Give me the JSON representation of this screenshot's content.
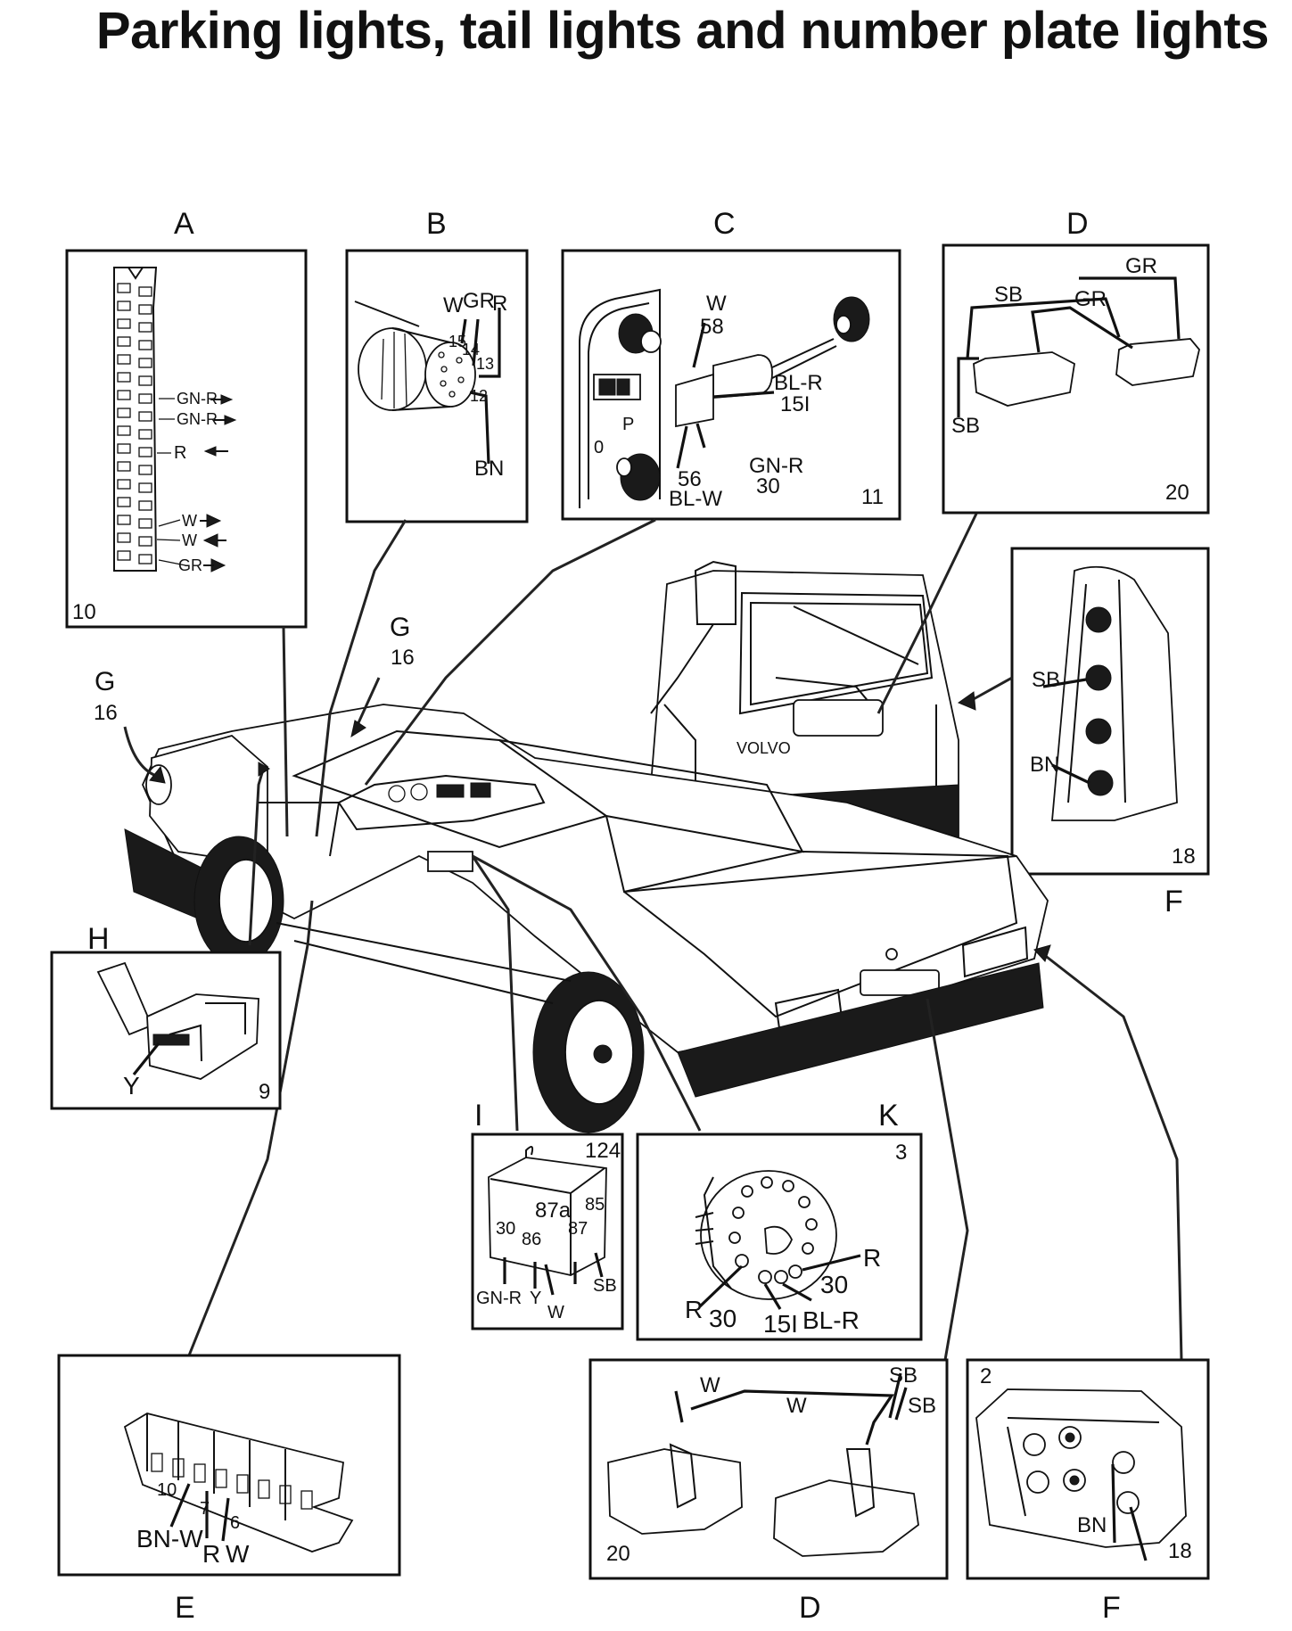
{
  "page": {
    "title": "Parking lights, tail lights and number plate lights"
  },
  "sections": {
    "A": {
      "letter": "A",
      "number": "10",
      "wires": [
        "GN-R",
        "GN-R",
        "R",
        "W",
        "W",
        "GR"
      ]
    },
    "B": {
      "letter": "B",
      "wires": [
        "W",
        "GR",
        "R",
        "BN"
      ],
      "pins": [
        "15",
        "14",
        "13",
        "12"
      ]
    },
    "C": {
      "letter": "C",
      "number": "11",
      "labels": [
        "W",
        "58",
        "BL-R",
        "15I",
        "GN-R",
        "30",
        "56",
        "BL-W",
        "0"
      ]
    },
    "D_top": {
      "letter": "D",
      "number": "20",
      "wires": [
        "GR",
        "SB",
        "GR",
        "SB"
      ]
    },
    "F_top": {
      "letter": "F",
      "number": "18",
      "wires": [
        "SB",
        "BN"
      ]
    },
    "G_left": {
      "letter": "G",
      "number": "16"
    },
    "G_mid": {
      "letter": "G",
      "number": "16"
    },
    "H": {
      "letter": "H",
      "number": "9",
      "wires": [
        "Y"
      ]
    },
    "I": {
      "letter": "I",
      "number": "124",
      "terminals": [
        "85",
        "87a",
        "87",
        "86",
        "30"
      ],
      "wires": [
        "GN-R",
        "Y",
        "W",
        "SB"
      ]
    },
    "K": {
      "letter": "K",
      "number": "3",
      "labels": [
        "R",
        "30",
        "R",
        "30",
        "15I",
        "BL-R"
      ]
    },
    "E": {
      "letter": "E",
      "pins": [
        "10",
        "7",
        "6"
      ],
      "wires": [
        "BN-W",
        "R",
        "W"
      ]
    },
    "D_bottom": {
      "letter": "D",
      "number": "20",
      "wires": [
        "W",
        "W",
        "SB",
        "SB"
      ]
    },
    "F_bottom": {
      "letter": "F",
      "number_top": "2",
      "number": "18",
      "wires": [
        "BN"
      ]
    }
  },
  "car": {
    "badge": "VOLVO"
  }
}
